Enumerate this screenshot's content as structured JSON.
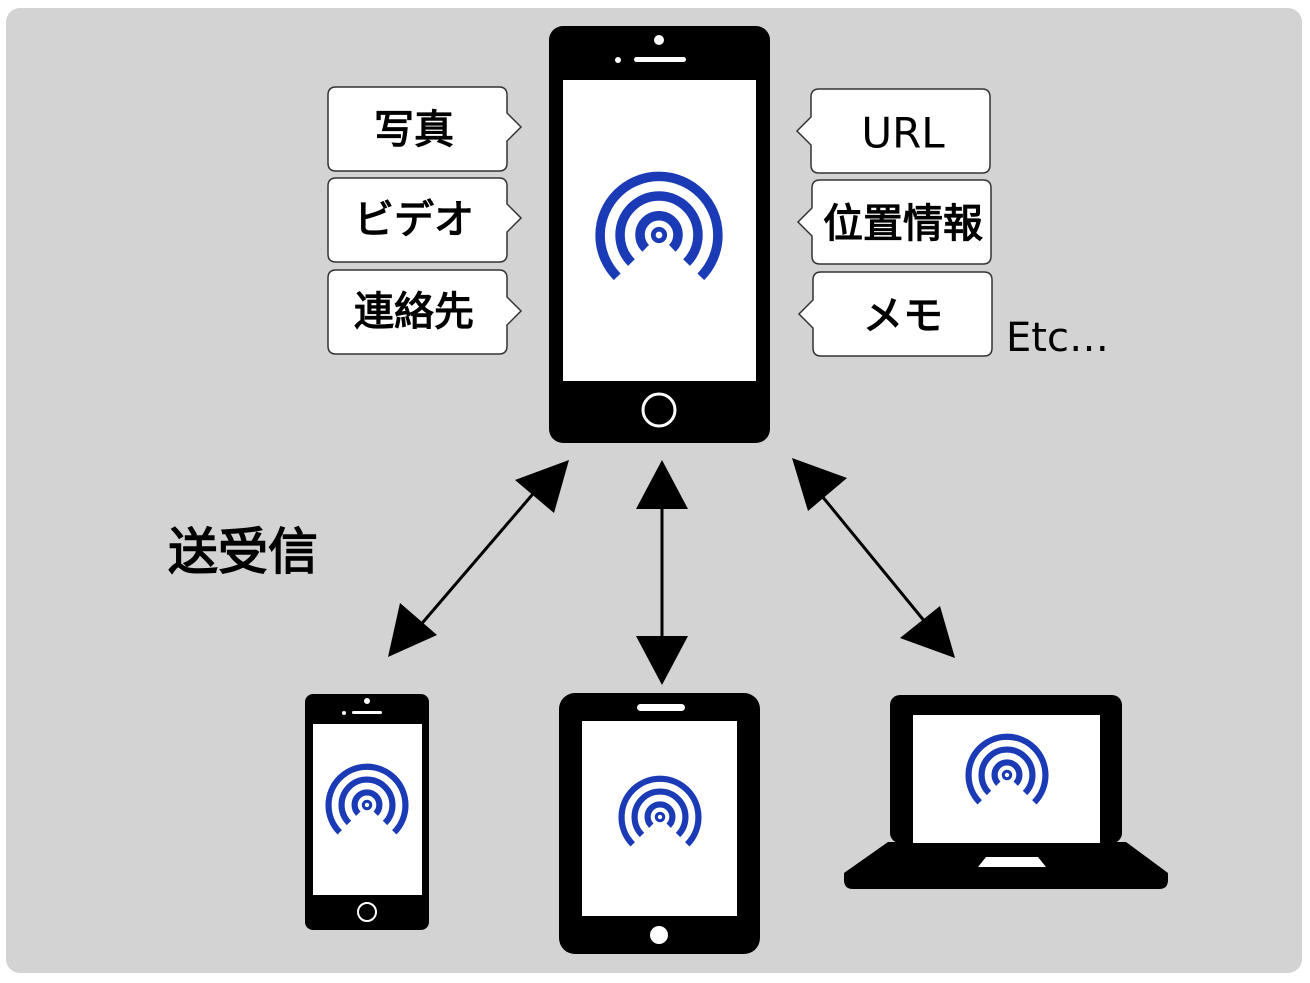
{
  "colors": {
    "background": "#d3d3d3",
    "device": "#000000",
    "screen": "#ffffff",
    "airdrop_blue": "#1a3bb5",
    "bubble_fill": "#ffffff"
  },
  "icons": {
    "main_screen": "airdrop-icon",
    "devices": [
      "airdrop-icon",
      "airdrop-icon",
      "airdrop-icon"
    ]
  },
  "left_items": [
    {
      "label": "写真"
    },
    {
      "label": "ビデオ"
    },
    {
      "label": "連絡先"
    }
  ],
  "right_items": [
    {
      "label": "URL"
    },
    {
      "label": "位置情報"
    },
    {
      "label": "メモ"
    }
  ],
  "etc_label": "Etc…",
  "transfer_label": "送受信",
  "devices": [
    "smartphone",
    "tablet",
    "laptop"
  ]
}
